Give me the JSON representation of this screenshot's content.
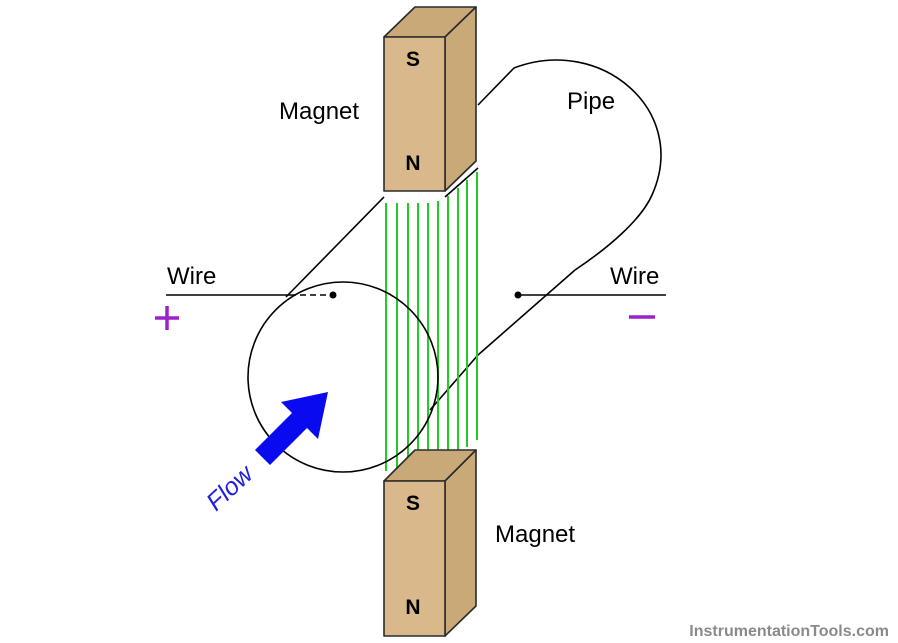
{
  "labels": {
    "magnet_top": "Magnet",
    "magnet_bottom": "Magnet",
    "pipe": "Pipe",
    "wire_left": "Wire",
    "wire_right": "Wire",
    "flow": "Flow",
    "plus": "+",
    "minus": "−",
    "pole_s": "S",
    "pole_n": "N"
  },
  "watermark": "InstrumentationTools.com",
  "colors": {
    "magnet_face": "#d9b98b",
    "magnet_edge": "#2b2b2b",
    "field_lines": "#22cc22",
    "flow_arrow": "#0a0af0",
    "terminal_sign": "#9a22cc",
    "watermark": "#8a8a8a"
  }
}
